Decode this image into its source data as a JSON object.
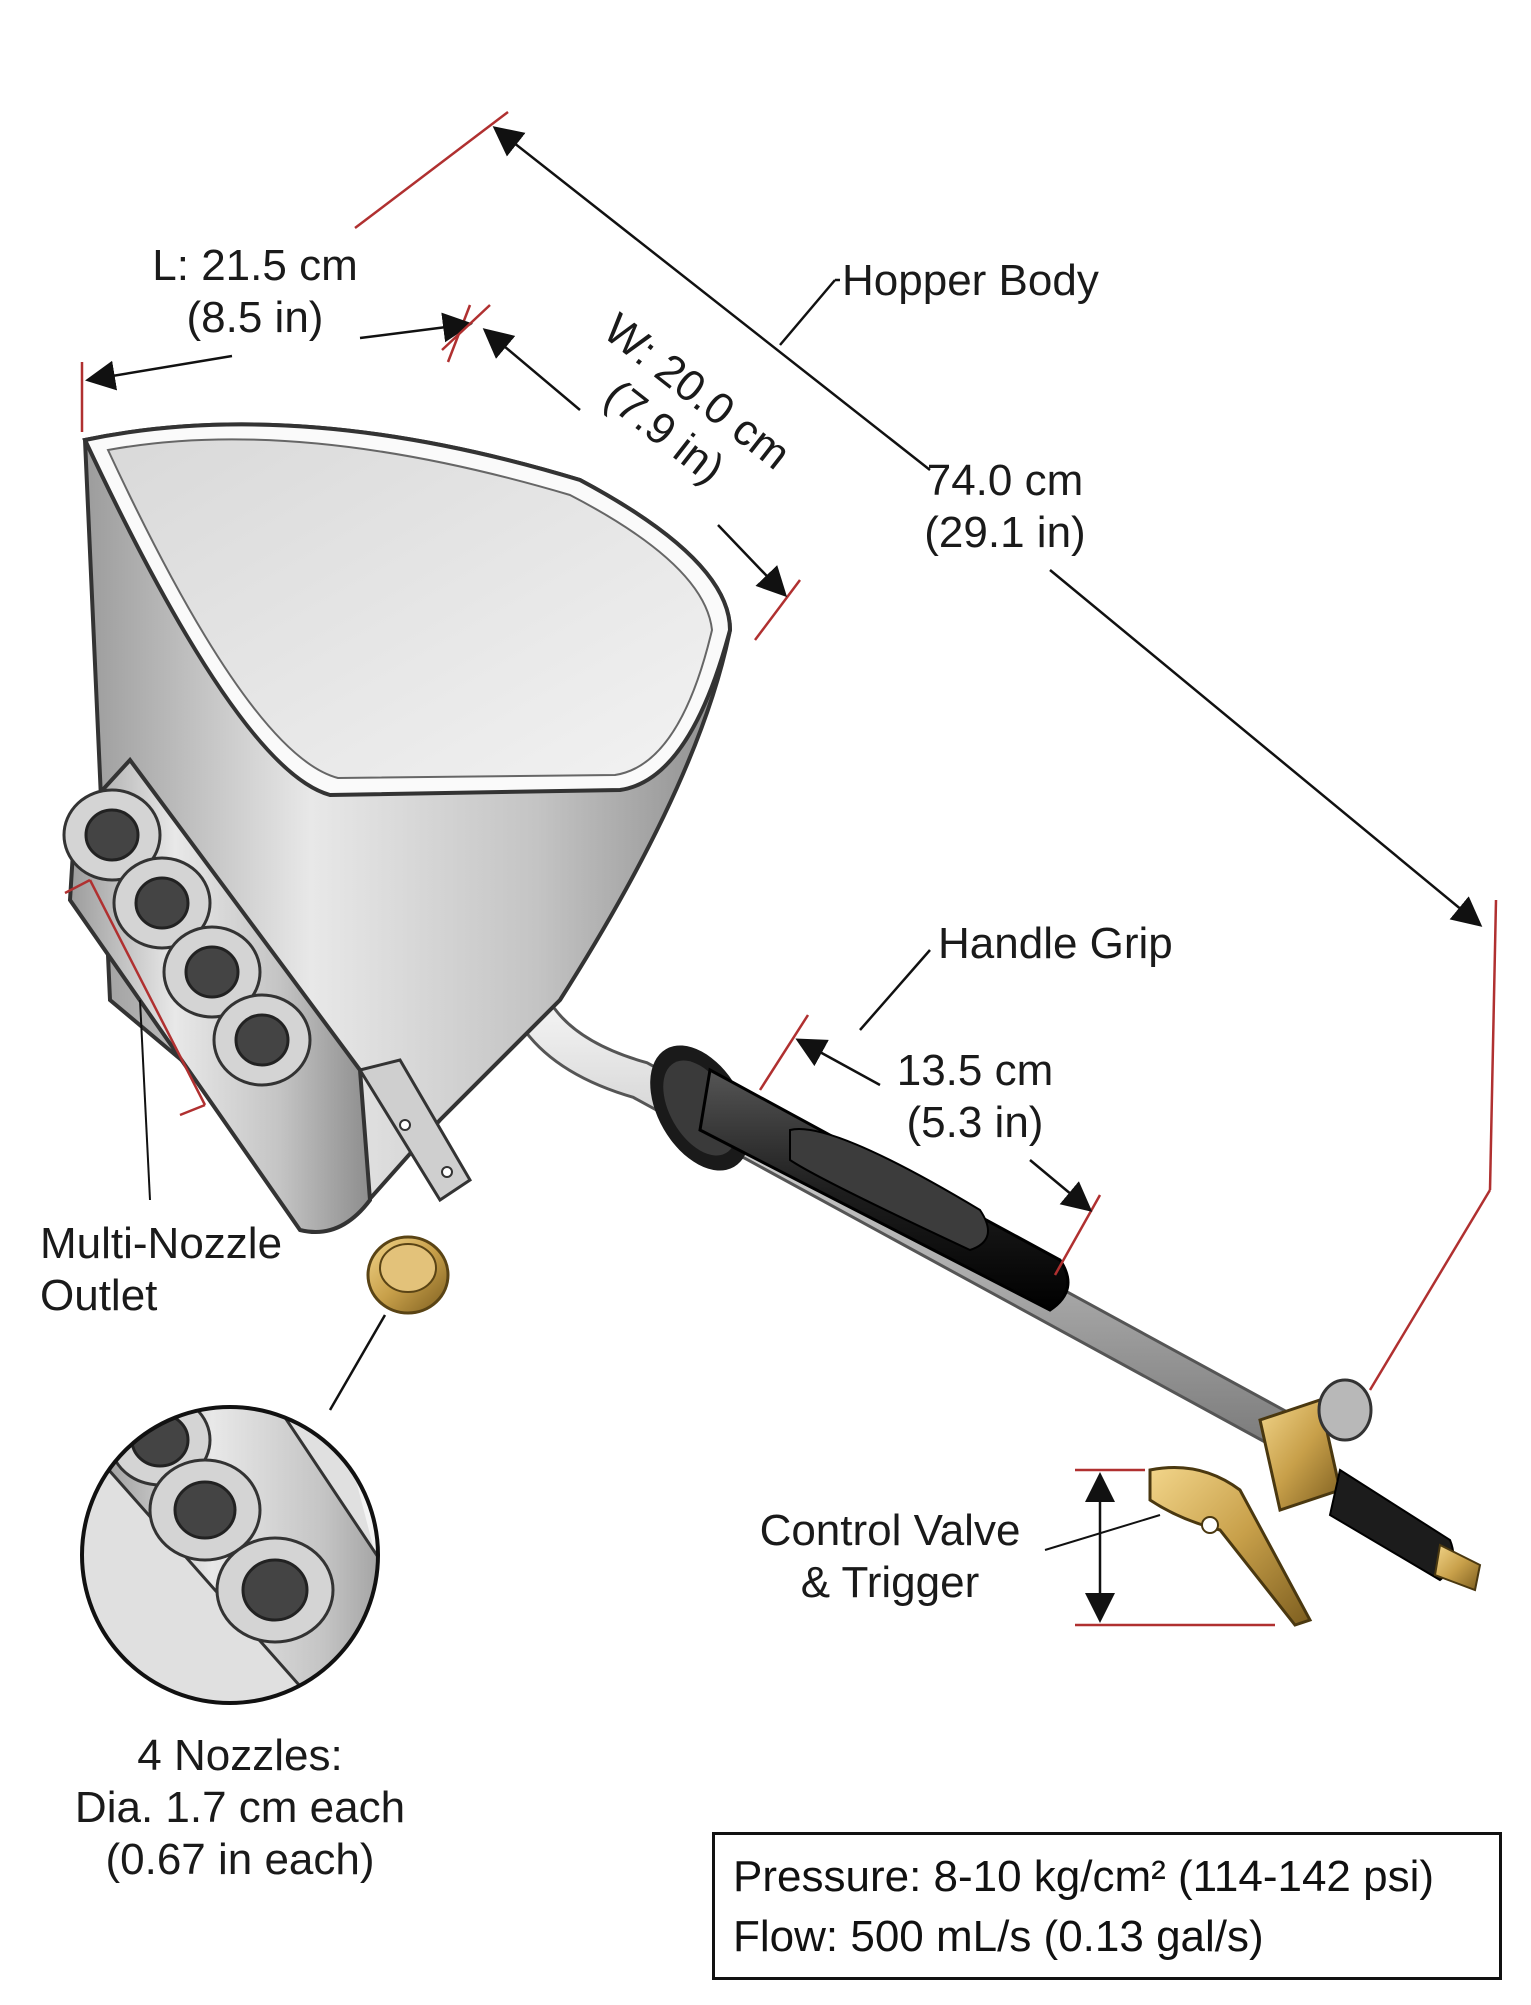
{
  "labels": {
    "length_value": "L: 21.5 cm",
    "length_imperial": "(8.5 in)",
    "width_value": "W: 20.0 cm",
    "width_imperial": "(7.9 in)",
    "hopper_body": "Hopper Body",
    "total_value": "74.0 cm",
    "total_imperial": "(29.1 in)",
    "handle_grip": "Handle Grip",
    "grip_value": "13.5 cm",
    "grip_imperial": "(5.3 in)",
    "outlet_line1": "Multi-Nozzle",
    "outlet_line2": "Outlet",
    "valve_line1": "Control Valve",
    "valve_line2": "& Trigger",
    "nozzles_line1": "4 Nozzles:",
    "nozzles_line2": "Dia. 1.7 cm each",
    "nozzles_line3": "(0.67 in each)"
  },
  "specs": {
    "pressure": "Pressure: 8-10 kg/cm² (114-142 psi)",
    "flow": "Flow: 500 mL/s (0.13 gal/s)"
  },
  "colors": {
    "dimension_tick": "#b03030",
    "dimension_line": "#1a1a1a",
    "steel_light": "#e6e6e6",
    "steel_mid": "#bdbdbd",
    "steel_dark": "#8a8a8a",
    "grip_black": "#1e1e1e",
    "brass": "#c8a04a"
  }
}
